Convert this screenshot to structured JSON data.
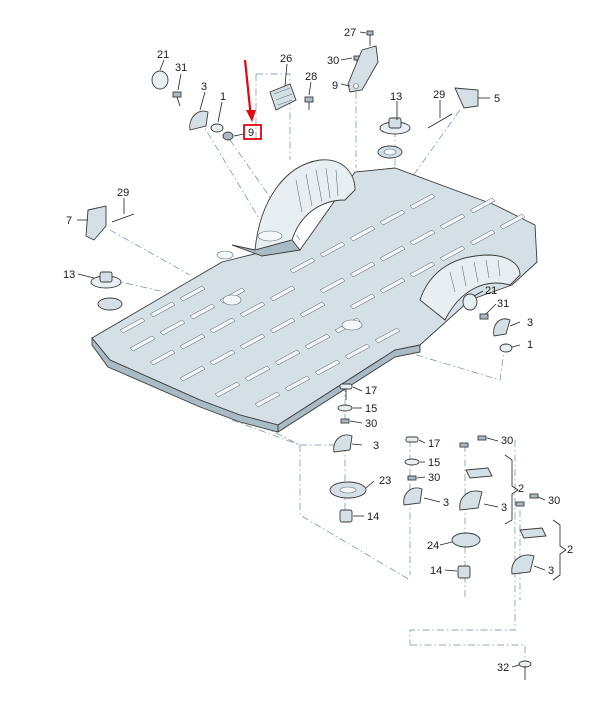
{
  "diagram": {
    "highlighted_part": "9",
    "accent_color": "#e30613",
    "part_fill": "#d4e0e6",
    "centerline_color": "#6b8d9e"
  },
  "labels": {
    "p27": "27",
    "p30a": "30",
    "p9a": "9",
    "p26": "26",
    "p28": "28",
    "p21a": "21",
    "p31a": "31",
    "p3a": "3",
    "p1a": "1",
    "p9b": "9",
    "p13a": "13",
    "p29a": "29",
    "p5": "5",
    "p29b": "29",
    "p7": "7",
    "p13b": "13",
    "p21b": "21",
    "p31b": "31",
    "p3b": "3",
    "p1b": "1",
    "p17a": "17",
    "p15a": "15",
    "p30b": "30",
    "p3c": "3",
    "p23": "23",
    "p14a": "14",
    "p17b": "17",
    "p15b": "15",
    "p30c": "30",
    "p30d": "30",
    "p2a": "2",
    "p3d": "3",
    "p3e": "3",
    "p30e": "30",
    "p24": "24",
    "p2b": "2",
    "p14b": "14",
    "p3f": "3",
    "p32": "32"
  }
}
